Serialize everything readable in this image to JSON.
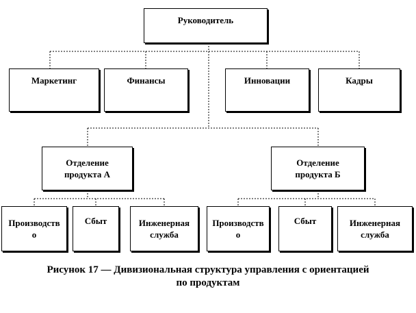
{
  "root": {
    "label": "Руководитель"
  },
  "functions": [
    {
      "label": "Маркетинг"
    },
    {
      "label": "Финансы"
    },
    {
      "label": "Инновации"
    },
    {
      "label": "Кадры"
    }
  ],
  "divisions": [
    {
      "label_line1": "Отделение",
      "label_line2": "продукта А",
      "units": [
        {
          "line1": "Производств",
          "line2": "о"
        },
        {
          "line1": "Сбыт",
          "line2": ""
        },
        {
          "line1": "Инженерная",
          "line2": "служба"
        }
      ]
    },
    {
      "label_line1": "Отделение",
      "label_line2": "продукта Б",
      "units": [
        {
          "line1": "Производств",
          "line2": "о"
        },
        {
          "line1": "Сбыт",
          "line2": ""
        },
        {
          "line1": "Инженерная",
          "line2": "служба"
        }
      ]
    }
  ],
  "caption": {
    "line1": "Рисунок 17 — Дивизиональная структура управления с ориентацией",
    "line2": "по продуктам"
  }
}
